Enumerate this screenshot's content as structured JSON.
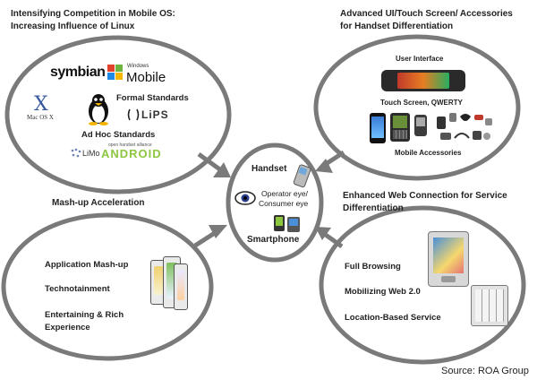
{
  "quadrants": {
    "top_left": {
      "title_line1": "Intensifying Competition in Mobile OS:",
      "title_line2": "Increasing Influence of Linux",
      "logos": {
        "symbian": "symbian",
        "windows_small": "Windows",
        "windows_mobile": "Mobile",
        "macos": "Mac OS X",
        "lips": "LiPS",
        "limo": "LiMo",
        "android_small": "open handset alliance",
        "android": "ANDROID"
      },
      "formal_standards": "Formal Standards",
      "adhoc_standards": "Ad Hoc Standards"
    },
    "top_right": {
      "title_line1": "Advanced UI/Touch Screen/ Accessories",
      "title_line2": "for Handset Differentiation",
      "user_interface": "User Interface",
      "touch_screen": "Touch Screen, QWERTY",
      "mobile_accessories": "Mobile Accessories"
    },
    "bottom_left": {
      "title": "Mash-up Acceleration",
      "items": [
        "Application Mash-up",
        "Technotainment",
        "Entertaining & Rich",
        "Experience"
      ]
    },
    "bottom_right": {
      "title_line1": "Enhanced Web Connection for Service",
      "title_line2": "Differentiation",
      "items": [
        "Full Browsing",
        "Mobilizing Web 2.0",
        "Location-Based Service"
      ]
    }
  },
  "center": {
    "handset": "Handset",
    "operator_eye": "Operator eye/",
    "consumer_eye": "Consumer eye",
    "smartphone": "Smartphone"
  },
  "source": "Source: ROA Group",
  "colors": {
    "ring": "#7a7a7a",
    "android_green": "#8dc63f",
    "windows_red": "#e2412c",
    "windows_green": "#6db33f",
    "windows_blue": "#1e88e5",
    "windows_yellow": "#f4b400"
  }
}
